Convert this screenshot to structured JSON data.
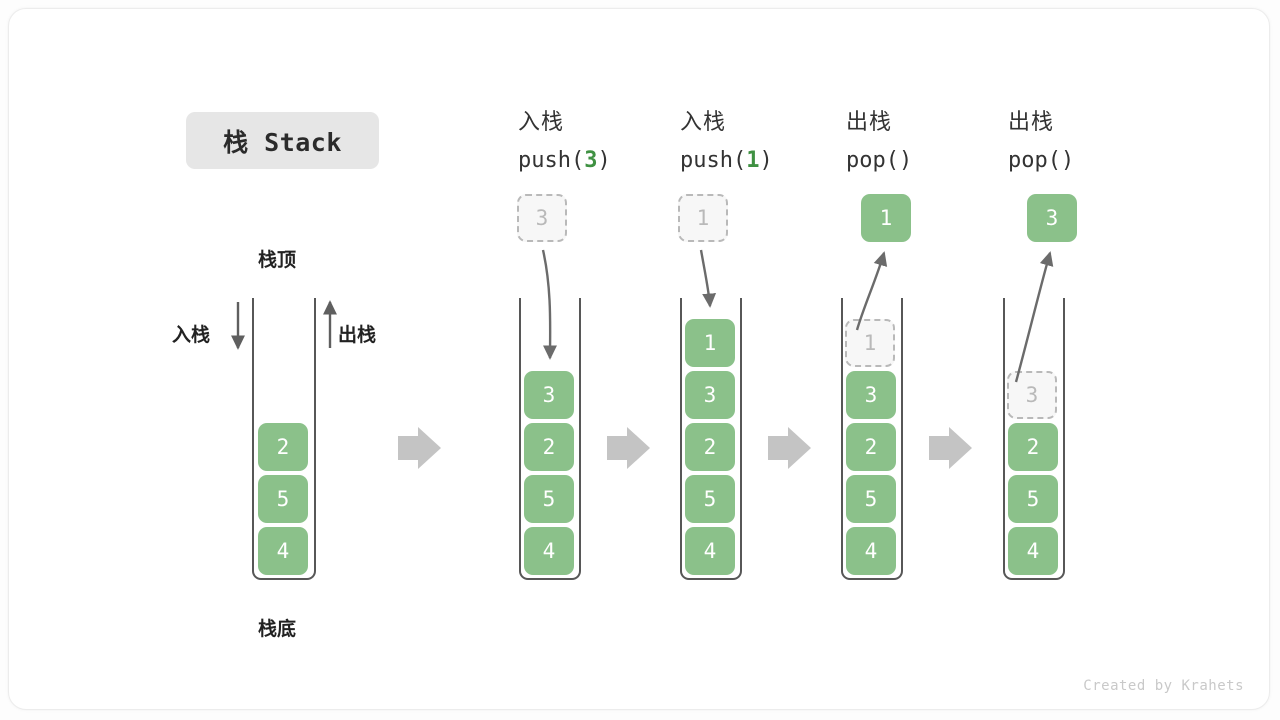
{
  "title": {
    "text": "栈 Stack"
  },
  "colors": {
    "cell_green": "#8bc18a",
    "accent_green": "#3f9142",
    "ghost_gray": "#b9b9b9",
    "wall_gray": "#575757",
    "arrow_gray": "#c4c4c4",
    "chip_gray": "#e6e6e6"
  },
  "labels": {
    "top": "栈顶",
    "bottom": "栈底",
    "push_side": "入栈",
    "pop_side": "出栈"
  },
  "credit": "Created by Krahets",
  "columns": [
    {
      "id": "initial",
      "header_cn": "",
      "header_op": "",
      "header_val": "",
      "cells": [
        "2",
        "5",
        "4"
      ],
      "ghost_top": null,
      "floating": null
    },
    {
      "id": "push-3",
      "header_cn": "入栈",
      "header_op_prefix": "push(",
      "header_val": "3",
      "header_op_suffix": ")",
      "cells": [
        "3",
        "2",
        "5",
        "4"
      ],
      "ghost_top": null,
      "floating": {
        "value": "3",
        "style": "ghost"
      }
    },
    {
      "id": "push-1",
      "header_cn": "入栈",
      "header_op_prefix": "push(",
      "header_val": "1",
      "header_op_suffix": ")",
      "cells": [
        "1",
        "3",
        "2",
        "5",
        "4"
      ],
      "ghost_top": null,
      "floating": {
        "value": "1",
        "style": "ghost"
      }
    },
    {
      "id": "pop-1",
      "header_cn": "出栈",
      "header_op_prefix": "pop(",
      "header_val": "",
      "header_op_suffix": ")",
      "cells": [
        "3",
        "2",
        "5",
        "4"
      ],
      "ghost_top": "1",
      "floating": {
        "value": "1",
        "style": "solid"
      }
    },
    {
      "id": "pop-3",
      "header_cn": "出栈",
      "header_op_prefix": "pop(",
      "header_val": "",
      "header_op_suffix": ")",
      "cells": [
        "2",
        "5",
        "4"
      ],
      "ghost_top": "3",
      "floating": {
        "value": "3",
        "style": "solid"
      }
    }
  ],
  "flow_arrows": 4
}
